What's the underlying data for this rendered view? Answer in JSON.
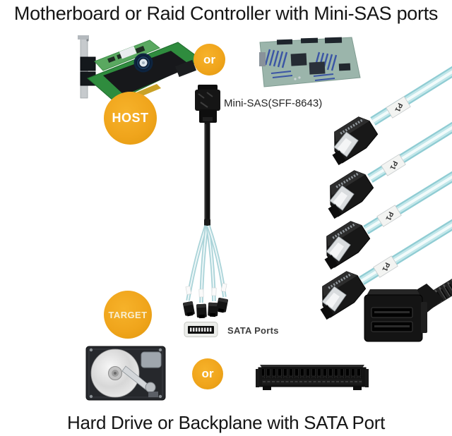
{
  "titles": {
    "top": "Motherboard or Raid Controller with Mini-SAS ports",
    "bottom": "Hard Drive or Backplane with SATA Port"
  },
  "badges": {
    "or_top": "or",
    "host": "HOST",
    "target": "TARGET",
    "or_bottom": "or"
  },
  "labels": {
    "mini_sas_connector": "Mini-SAS(SFF-8643)",
    "sata_ports": "SATA Ports"
  },
  "cable_tags": [
    "P1",
    "P1",
    "P1",
    "P1"
  ],
  "images": {
    "raid_controller": "raid-controller-card-photo",
    "motherboard": "server-motherboard-photo",
    "hard_drive": "open-hard-drive-photo",
    "backplane": "sata-backplane-photo",
    "host_connector": "mini-sas-sff-8643-connector",
    "breakout_cable": "mini-sas-to-4x-sata-breakout-cable",
    "product_cable": "4x-sata-to-mini-sas-hd-cable-photo",
    "sata_port_icon": "sata-port-icon"
  },
  "colors": {
    "badge_orange": "#F0A51C",
    "cable_aqua": "#AEDFE3",
    "title_text": "#151515",
    "label_text": "#262626"
  }
}
